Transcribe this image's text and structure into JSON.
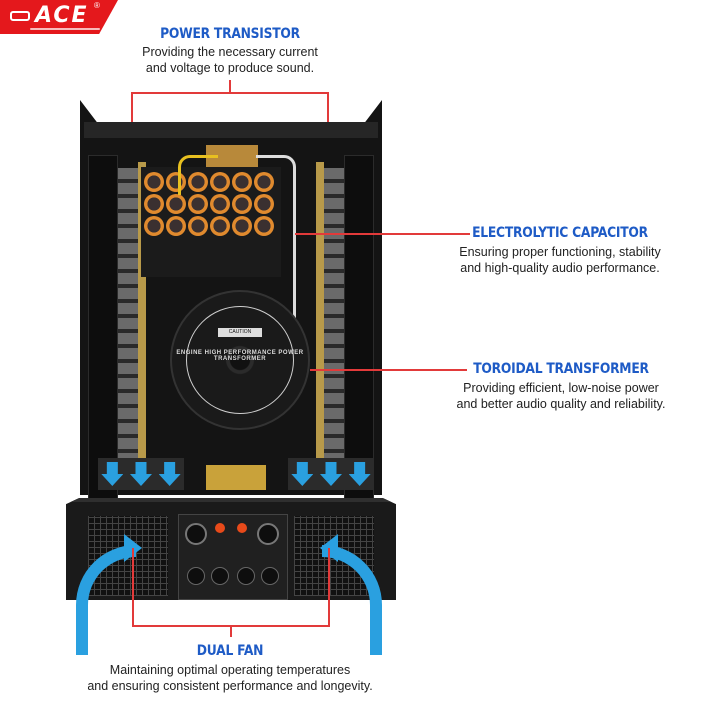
{
  "brand": {
    "name": "ACE",
    "registered": "®",
    "color": "#e4181c"
  },
  "callouts": [
    {
      "id": "power-transistor",
      "title": "POWER TRANSISTOR",
      "line1": "Providing the necessary current",
      "line2": "and voltage to produce sound."
    },
    {
      "id": "electrolytic-capacitor",
      "title": "ELECTROLYTIC CAPACITOR",
      "line1": "Ensuring proper functioning, stability",
      "line2": "and high-quality audio performance."
    },
    {
      "id": "toroidal-transformer",
      "title": "TOROIDAL TRANSFORMER",
      "line1": "Providing efficient, low-noise power",
      "line2": "and better audio quality and reliability."
    },
    {
      "id": "dual-fan",
      "title": "DUAL FAN",
      "line1": "Maintaining optimal operating temperatures",
      "line2": "and ensuring consistent performance and longevity."
    }
  ],
  "product": {
    "transformer_label": "ENGINE HIGH PERFORMANCE POWER TRANSFORMER",
    "caution_label": "CAUTION",
    "capacitor_count": 18
  },
  "colors": {
    "title_blue": "#1e5bc6",
    "leader_red": "#e23a3a",
    "airflow_blue": "#2aa0e0",
    "capacitor_orange": "#e08a2e"
  }
}
